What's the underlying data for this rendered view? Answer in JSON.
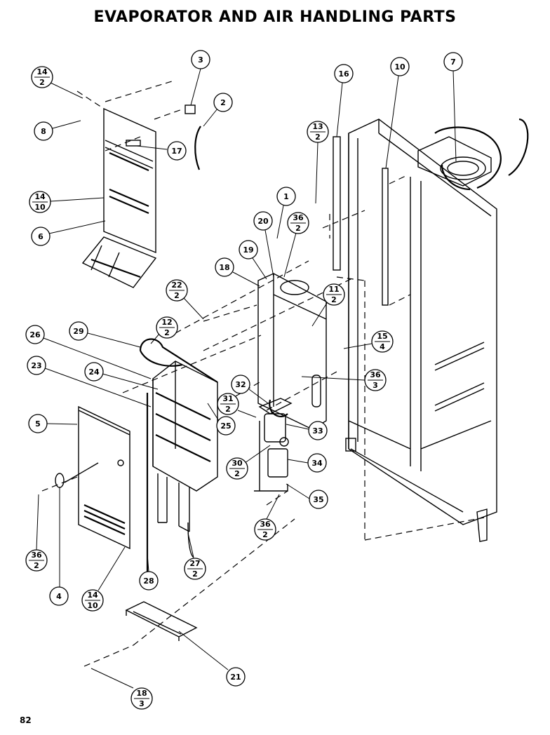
{
  "title": "EVAPORATOR AND AIR HANDLING PARTS",
  "page_number": "82",
  "callouts": [
    {
      "id": "c3",
      "label": "3"
    },
    {
      "id": "c2",
      "label": "2"
    },
    {
      "id": "c14-2",
      "top": "14",
      "bottom": "2"
    },
    {
      "id": "c8",
      "label": "8"
    },
    {
      "id": "c17",
      "label": "17"
    },
    {
      "id": "c14-10a",
      "top": "14",
      "bottom": "10"
    },
    {
      "id": "c6",
      "label": "6"
    },
    {
      "id": "c16",
      "label": "16"
    },
    {
      "id": "c10",
      "label": "10"
    },
    {
      "id": "c7",
      "label": "7"
    },
    {
      "id": "c13-2",
      "top": "13",
      "bottom": "2"
    },
    {
      "id": "c1",
      "label": "1"
    },
    {
      "id": "c20",
      "label": "20"
    },
    {
      "id": "c36-2a",
      "top": "36",
      "bottom": "2"
    },
    {
      "id": "c19",
      "label": "19"
    },
    {
      "id": "c18",
      "label": "18"
    },
    {
      "id": "c22-2",
      "top": "22",
      "bottom": "2"
    },
    {
      "id": "c11-2",
      "top": "11",
      "bottom": "2"
    },
    {
      "id": "c12-2",
      "top": "12",
      "bottom": "2"
    },
    {
      "id": "c29",
      "label": "29"
    },
    {
      "id": "c26",
      "label": "26"
    },
    {
      "id": "c15-4",
      "top": "15",
      "bottom": "4"
    },
    {
      "id": "c23",
      "label": "23"
    },
    {
      "id": "c24",
      "label": "24"
    },
    {
      "id": "c36-3",
      "top": "36",
      "bottom": "3"
    },
    {
      "id": "c32",
      "label": "32"
    },
    {
      "id": "c31-2",
      "top": "31",
      "bottom": "2"
    },
    {
      "id": "c5",
      "label": "5"
    },
    {
      "id": "c25",
      "label": "25"
    },
    {
      "id": "c33",
      "label": "33"
    },
    {
      "id": "c30-2",
      "top": "30",
      "bottom": "2"
    },
    {
      "id": "c34",
      "label": "34"
    },
    {
      "id": "c35",
      "label": "35"
    },
    {
      "id": "c36-2b",
      "top": "36",
      "bottom": "2"
    },
    {
      "id": "c36-2c",
      "top": "36",
      "bottom": "2"
    },
    {
      "id": "c28",
      "label": "28"
    },
    {
      "id": "c27-2",
      "top": "27",
      "bottom": "2"
    },
    {
      "id": "c14-10b",
      "top": "14",
      "bottom": "10"
    },
    {
      "id": "c4",
      "label": "4"
    },
    {
      "id": "c21",
      "label": "21"
    },
    {
      "id": "c18-3",
      "top": "18",
      "bottom": "3"
    }
  ]
}
